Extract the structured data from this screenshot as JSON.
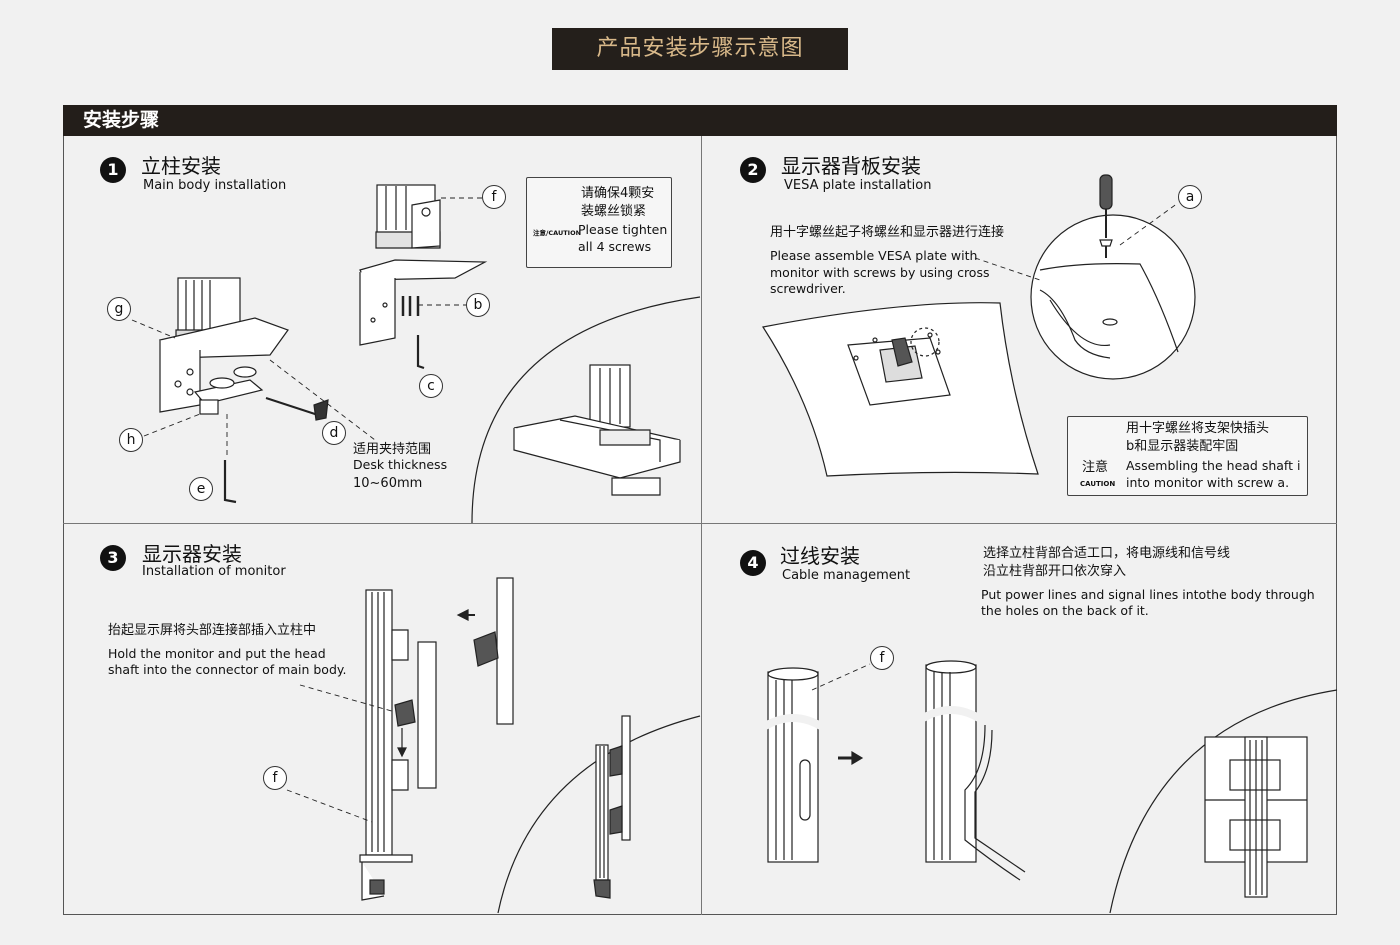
{
  "banner": {
    "title": "产品安装步骤示意图"
  },
  "section": {
    "title": "安装步骤"
  },
  "steps": [
    {
      "num": "1",
      "title_cn": "立柱安装",
      "title_en": "Main body installation"
    },
    {
      "num": "2",
      "title_cn": "显示器背板安装",
      "title_en": "VESA plate installation"
    },
    {
      "num": "3",
      "title_cn": "显示器安装",
      "title_en": "Installation of monitor"
    },
    {
      "num": "4",
      "title_cn": "过线安装",
      "title_en": "Cable management"
    }
  ],
  "step1": {
    "caution": {
      "cn1": "请确保4颗安",
      "cn2": "装螺丝锁紧",
      "label": "注意/CAUTION",
      "en1": "Please tighten",
      "en2": "all 4 screws"
    },
    "desk": {
      "cn": "适用夹持范围",
      "en": "Desk thickness",
      "range": "10~60mm"
    },
    "labels": {
      "f": "f",
      "b": "b",
      "c": "c",
      "g": "g",
      "h": "h",
      "d": "d",
      "e": "e"
    }
  },
  "step2": {
    "instr_cn": "用十字螺丝起子将螺丝和显示器进行连接",
    "instr_en1": "Please assemble VESA plate with",
    "instr_en2": "monitor with screws by using cross",
    "instr_en3": "screwdriver.",
    "label_a": "a",
    "caution": {
      "cn1": "用十字螺丝将支架快插头",
      "cn2": "b和显示器装配牢固",
      "en1": "Assembling the head shaft i",
      "en2": "into monitor with screw a.",
      "label_cn": "注意",
      "label_en": "CAUTION"
    }
  },
  "step3": {
    "instr_cn": "抬起显示屏将头部连接部插入立柱中",
    "instr_en1": "Hold the monitor and put the head",
    "instr_en2": "shaft into the connector of main body.",
    "label_f": "f"
  },
  "step4": {
    "instr_cn1": "选择立柱背部合适工口，将电源线和信号线",
    "instr_cn2": "沿立柱背部开口依次穿入",
    "instr_en1": "Put power lines and signal lines intothe body through",
    "instr_en2": "the holes on the back of it.",
    "label_f": "f"
  },
  "colors": {
    "banner_bg": "#241f1b",
    "banner_text": "#d9b98a",
    "section_bg": "#231e1a"
  }
}
